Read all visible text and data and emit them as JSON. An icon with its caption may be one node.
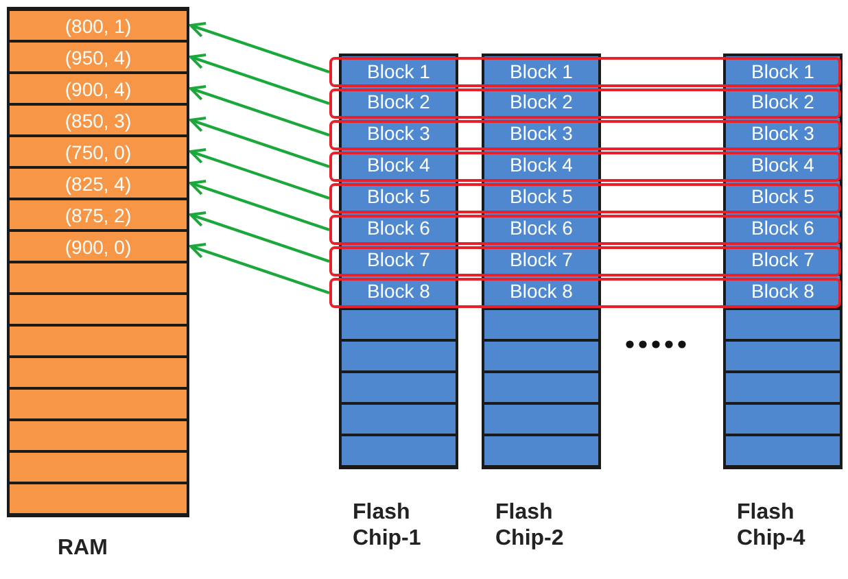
{
  "diagram": {
    "nodes": [
      {
        "text": [
          "RAM"
        ]
      },
      {
        "text": [
          "(800, 1)"
        ],
        "in": 0
      },
      {
        "text": [
          "(950, 4)"
        ],
        "in": 0
      },
      {
        "text": [
          "(900, 4)"
        ],
        "in": 0
      },
      {
        "text": [
          "(850, 3)"
        ],
        "in": 0
      },
      {
        "text": [
          "(750, 0)"
        ],
        "in": 0
      },
      {
        "text": [
          "(825, 4)"
        ],
        "in": 0
      },
      {
        "text": [
          "(875, 2)"
        ],
        "in": 0
      },
      {
        "text": [
          "(900, 0)"
        ],
        "in": 0
      },
      {
        "text": [],
        "shape": "box",
        "in": 0
      },
      {
        "text": [],
        "shape": "box",
        "in": 0
      },
      {
        "text": [],
        "shape": "box",
        "in": 0
      },
      {
        "text": [],
        "shape": "box",
        "in": 0
      },
      {
        "text": [],
        "shape": "box",
        "in": 0
      },
      {
        "text": [],
        "shape": "box",
        "in": 0
      },
      {
        "text": [],
        "shape": "box",
        "in": 0
      },
      {
        "text": [],
        "shape": "box",
        "in": 0
      },
      {
        "text": [
          "Flash Chip-1"
        ]
      },
      {
        "text": [
          "Block 1"
        ]
      },
      {
        "text": [
          "Block 2"
        ]
      },
      {
        "text": [
          "Block 3"
        ]
      },
      {
        "text": [
          "Block 4"
        ]
      },
      {
        "text": [
          "Block 5"
        ]
      },
      {
        "text": [
          "Block 6"
        ]
      },
      {
        "text": [
          "Block 7"
        ]
      },
      {
        "text": [
          "Block 8"
        ]
      },
      {
        "text": [],
        "shape": "box",
        "in": 17
      },
      {
        "text": [],
        "shape": "box",
        "in": 17
      },
      {
        "text": [],
        "shape": "box",
        "in": 17
      },
      {
        "text": [],
        "shape": "box",
        "in": 17
      },
      {
        "text": [],
        "shape": "box",
        "in": 17
      },
      {
        "text": [
          "Flash Chip-2"
        ]
      },
      {
        "text": [
          "Block 1"
        ]
      },
      {
        "text": [
          "Block 2"
        ]
      },
      {
        "text": [
          "Block 3"
        ]
      },
      {
        "text": [
          "Block 4"
        ]
      },
      {
        "text": [
          "Block 5"
        ]
      },
      {
        "text": [
          "Block 6"
        ]
      },
      {
        "text": [
          "Block 7"
        ]
      },
      {
        "text": [
          "Block 8"
        ]
      },
      {
        "text": [],
        "shape": "box",
        "in": 31
      },
      {
        "text": [],
        "shape": "box",
        "in": 31
      },
      {
        "text": [],
        "shape": "box",
        "in": 31
      },
      {
        "text": [],
        "shape": "box",
        "in": 31
      },
      {
        "text": [],
        "shape": "box",
        "in": 31
      },
      {
        "text": [
          "Flash Chip-4"
        ]
      },
      {
        "text": [
          "Block 1"
        ]
      },
      {
        "text": [
          "Block 2"
        ]
      },
      {
        "text": [
          "Block 3"
        ]
      },
      {
        "text": [
          "Block 4"
        ]
      },
      {
        "text": [
          "Block 5"
        ]
      },
      {
        "text": [
          "Block 6"
        ]
      },
      {
        "text": [
          "Block 7"
        ]
      },
      {
        "text": [
          "Block 8"
        ]
      },
      {
        "text": [],
        "shape": "box",
        "in": 45
      },
      {
        "text": [],
        "shape": "box",
        "in": 45
      },
      {
        "text": [],
        "shape": "box",
        "in": 45
      },
      {
        "text": [],
        "shape": "box",
        "in": 45
      },
      {
        "text": [],
        "shape": "box",
        "in": 45
      },
      {
        "text": [],
        "shape": "box"
      },
      {
        "text": [],
        "shape": "box"
      },
      {
        "text": [],
        "shape": "box"
      },
      {
        "text": [],
        "shape": "box"
      },
      {
        "text": [],
        "shape": "box"
      },
      {
        "text": [],
        "shape": "box"
      },
      {
        "text": [],
        "shape": "box"
      },
      {
        "text": [],
        "shape": "box"
      }
    ],
    "edges": [
      {
        "from": 59,
        "to": 1,
        "arrow": "to"
      },
      {
        "from": 60,
        "to": 2,
        "arrow": "to"
      },
      {
        "from": 61,
        "to": 3,
        "arrow": "to"
      },
      {
        "from": 62,
        "to": 4,
        "arrow": "to"
      },
      {
        "from": 63,
        "to": 5,
        "arrow": "to"
      },
      {
        "from": 64,
        "to": 6,
        "arrow": "to"
      },
      {
        "from": 65,
        "to": 7,
        "arrow": "to"
      },
      {
        "from": 66,
        "to": 8,
        "arrow": "to"
      }
    ]
  }
}
